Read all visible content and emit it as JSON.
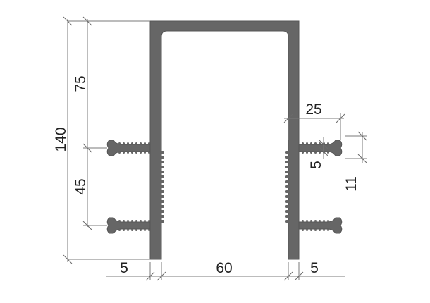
{
  "colors": {
    "profile_fill": "#666666",
    "dimension_line": "#7a7a7a",
    "text": "#222222",
    "background": "#ffffff"
  },
  "dimensions": {
    "overall_height": "140",
    "upper_height": "75",
    "rib_spacing": "45",
    "rib_length": "25",
    "rib_thickness": "5",
    "rib_height": "11",
    "left_wall": "5",
    "inner_width": "60",
    "right_wall": "5"
  }
}
